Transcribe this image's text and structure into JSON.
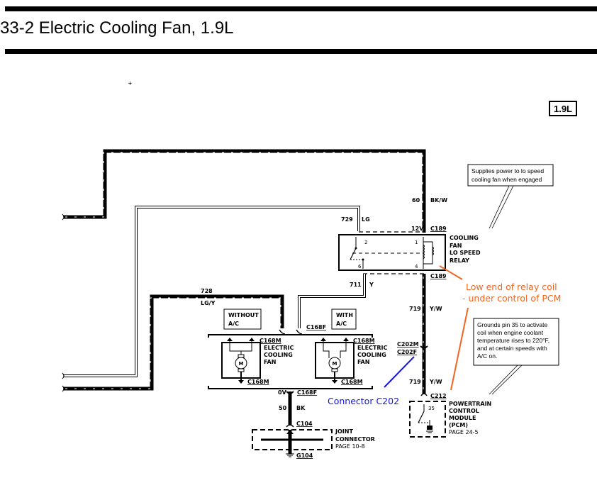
{
  "header": {
    "title": "33-2 Electric Cooling Fan, 1.9L",
    "engine_badge": "1.9L",
    "cursor_mark": "+"
  },
  "wires": {
    "w60": {
      "circuit": "60",
      "color": "BK/W"
    },
    "w729": {
      "circuit": "729",
      "color": "LG"
    },
    "w711": {
      "circuit": "711",
      "color": "Y"
    },
    "w728": {
      "circuit": "728",
      "color": "LG/Y"
    },
    "w719_upper": {
      "circuit": "719",
      "color": "Y/W"
    },
    "w719_lower": {
      "circuit": "719",
      "color": "Y/W"
    },
    "w50": {
      "circuit": "50",
      "color": "BK"
    }
  },
  "connectors": {
    "c189_top": "C189",
    "c189_bottom": "C189",
    "c168f_top": "C168F",
    "c168m_left_top": "C168M",
    "c168m_left_bottom": "C168M",
    "c168m_right_top": "C168M",
    "c168m_right_bottom": "C168M",
    "c168f_bottom": "C168F",
    "c202m": "C202M",
    "c202f": "C202F",
    "c212": "C212",
    "c104": "C104",
    "g104": "G104"
  },
  "voltages": {
    "relay_top": "12V",
    "c168f_bottom": "0V"
  },
  "relay": {
    "label_lines": [
      "COOLING",
      "FAN",
      "LO SPEED",
      "RELAY"
    ],
    "pins": {
      "p1": "1",
      "p2": "2",
      "p4": "4",
      "p6": "6"
    }
  },
  "fans": {
    "without_ac_box": [
      "WITHOUT",
      "A/C"
    ],
    "with_ac_box": [
      "WITH",
      "A/C"
    ],
    "left_label": [
      "ELECTRIC",
      "COOLING",
      "FAN"
    ],
    "right_label": [
      "ELECTRIC",
      "COOLING",
      "FAN"
    ],
    "motor_symbol": "M"
  },
  "pcm": {
    "label_lines": [
      "POWERTRAIN",
      "CONTROL",
      "MODULE",
      "(PCM)"
    ],
    "page_ref": "PAGE 24-5",
    "pin": "35"
  },
  "joint_connector": {
    "label_lines": [
      "JOINT",
      "CONNECTOR"
    ],
    "page_ref": "PAGE 10-8"
  },
  "callouts": {
    "relay_note": [
      "Supplies power to lo speed",
      "cooling fan when engaged"
    ],
    "pcm_note": [
      "Grounds pin 35 to activate",
      "coil when engine coolant",
      "temperature rises to 220°F,",
      "and at certain speeds with",
      "A/C on."
    ]
  },
  "annotations": {
    "orange_lines": [
      "Low end of relay coil",
      "- under control of PCM"
    ],
    "blue": "Connector C202",
    "orange_color": "#f26522",
    "blue_color": "#1515e0"
  }
}
